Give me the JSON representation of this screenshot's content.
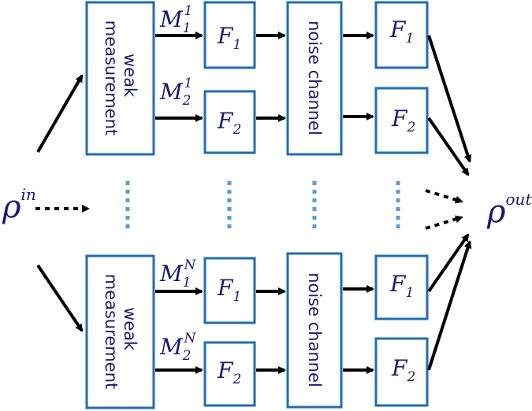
{
  "input_state": {
    "symbol": "ρ",
    "superscript": "in"
  },
  "output_state": {
    "symbol": "ρ",
    "superscript": "out"
  },
  "branches": [
    {
      "measurement_label_line1": "weak",
      "measurement_label_line2": "measurement",
      "channel_label": "noise channel",
      "operators": [
        {
          "symbol": "M",
          "sub": "1",
          "sup": "1"
        },
        {
          "symbol": "M",
          "sub": "2",
          "sup": "1"
        }
      ],
      "filters": [
        {
          "symbol": "F",
          "sub": "1"
        },
        {
          "symbol": "F",
          "sub": "2"
        }
      ],
      "out_filters": [
        {
          "symbol": "F",
          "sub": "1"
        },
        {
          "symbol": "F",
          "sub": "2"
        }
      ]
    },
    {
      "measurement_label_line1": "weak",
      "measurement_label_line2": "measurement",
      "channel_label": "noise channel",
      "operators": [
        {
          "symbol": "M",
          "sub": "1",
          "sup": "N"
        },
        {
          "symbol": "M",
          "sub": "2",
          "sup": "N"
        }
      ],
      "filters": [
        {
          "symbol": "F",
          "sub": "1"
        },
        {
          "symbol": "F",
          "sub": "2"
        }
      ],
      "out_filters": [
        {
          "symbol": "F",
          "sub": "1"
        },
        {
          "symbol": "F",
          "sub": "2"
        }
      ]
    }
  ]
}
